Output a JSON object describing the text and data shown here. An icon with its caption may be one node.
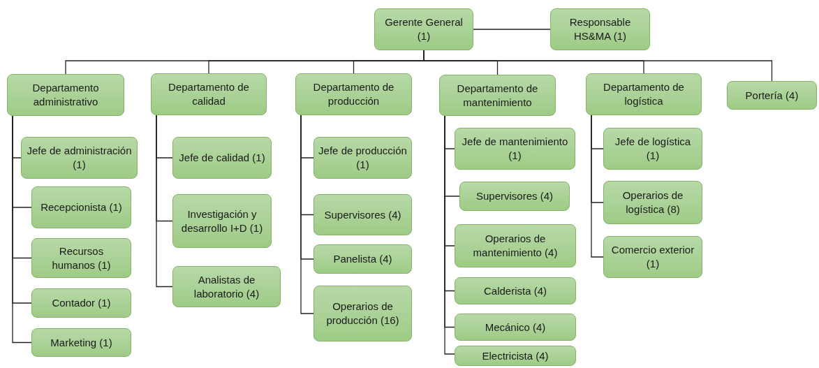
{
  "diagram": {
    "nodes": [
      {
        "text": [
          "Gerente General (1)"
        ]
      },
      {
        "text": [
          "Responsable HS&MA (1)"
        ]
      },
      {
        "text": [
          "Departamento administrativo"
        ]
      },
      {
        "text": [
          "Departamento de calidad"
        ]
      },
      {
        "text": [
          "Departamento de producción"
        ]
      },
      {
        "text": [
          "Departamento de mantenimiento"
        ]
      },
      {
        "text": [
          "Departamento de logística"
        ]
      },
      {
        "text": [
          "Portería (4)"
        ]
      },
      {
        "text": [
          "Jefe de administración (1)"
        ]
      },
      {
        "text": [
          "Recepcionista (1)"
        ]
      },
      {
        "text": [
          "Recursos humanos (1)"
        ]
      },
      {
        "text": [
          "Contador (1)"
        ]
      },
      {
        "text": [
          "Marketing (1)"
        ]
      },
      {
        "text": [
          "Jefe de calidad (1)"
        ]
      },
      {
        "text": [
          "Investigación y desarrollo I+D (1)"
        ]
      },
      {
        "text": [
          "Analistas de laboratorio (4)"
        ]
      },
      {
        "text": [
          "Jefe de producción (1)"
        ]
      },
      {
        "text": [
          "Supervisores (4)"
        ]
      },
      {
        "text": [
          "Panelista (4)"
        ]
      },
      {
        "text": [
          "Operarios de producción (16)"
        ]
      },
      {
        "text": [
          "Jefe de mantenimiento (1)"
        ]
      },
      {
        "text": [
          "Supervisores (4)"
        ]
      },
      {
        "text": [
          "Operarios de mantenimiento (4)"
        ]
      },
      {
        "text": [
          "Calderista (4)"
        ]
      },
      {
        "text": [
          "Mecánico (4)"
        ]
      },
      {
        "text": [
          "Electricista (4)"
        ]
      },
      {
        "text": [
          "Jefe de logística (1)"
        ]
      },
      {
        "text": [
          "Operarios de logística (8)"
        ]
      },
      {
        "text": [
          "Comercio exterior (1)"
        ]
      }
    ],
    "edges": [
      {
        "from": 0,
        "to": 1,
        "arrow": "none"
      },
      {
        "from": 0,
        "to": 2,
        "arrow": "none"
      },
      {
        "from": 0,
        "to": 3,
        "arrow": "none"
      },
      {
        "from": 0,
        "to": 4,
        "arrow": "none"
      },
      {
        "from": 0,
        "to": 5,
        "arrow": "none"
      },
      {
        "from": 0,
        "to": 6,
        "arrow": "none"
      },
      {
        "from": 0,
        "to": 7,
        "arrow": "none"
      },
      {
        "from": 2,
        "to": 8,
        "arrow": "none"
      },
      {
        "from": 2,
        "to": 9,
        "arrow": "none"
      },
      {
        "from": 2,
        "to": 10,
        "arrow": "none"
      },
      {
        "from": 2,
        "to": 11,
        "arrow": "none"
      },
      {
        "from": 2,
        "to": 12,
        "arrow": "none"
      },
      {
        "from": 3,
        "to": 13,
        "arrow": "none"
      },
      {
        "from": 3,
        "to": 14,
        "arrow": "none"
      },
      {
        "from": 3,
        "to": 15,
        "arrow": "none"
      },
      {
        "from": 4,
        "to": 16,
        "arrow": "none"
      },
      {
        "from": 4,
        "to": 17,
        "arrow": "none"
      },
      {
        "from": 4,
        "to": 18,
        "arrow": "none"
      },
      {
        "from": 4,
        "to": 19,
        "arrow": "none"
      },
      {
        "from": 5,
        "to": 20,
        "arrow": "none"
      },
      {
        "from": 5,
        "to": 21,
        "arrow": "none"
      },
      {
        "from": 5,
        "to": 22,
        "arrow": "none"
      },
      {
        "from": 5,
        "to": 23,
        "arrow": "none"
      },
      {
        "from": 5,
        "to": 24,
        "arrow": "none"
      },
      {
        "from": 5,
        "to": 25,
        "arrow": "none"
      },
      {
        "from": 6,
        "to": 26,
        "arrow": "none"
      },
      {
        "from": 6,
        "to": 27,
        "arrow": "none"
      },
      {
        "from": 6,
        "to": 28,
        "arrow": "none"
      }
    ]
  }
}
